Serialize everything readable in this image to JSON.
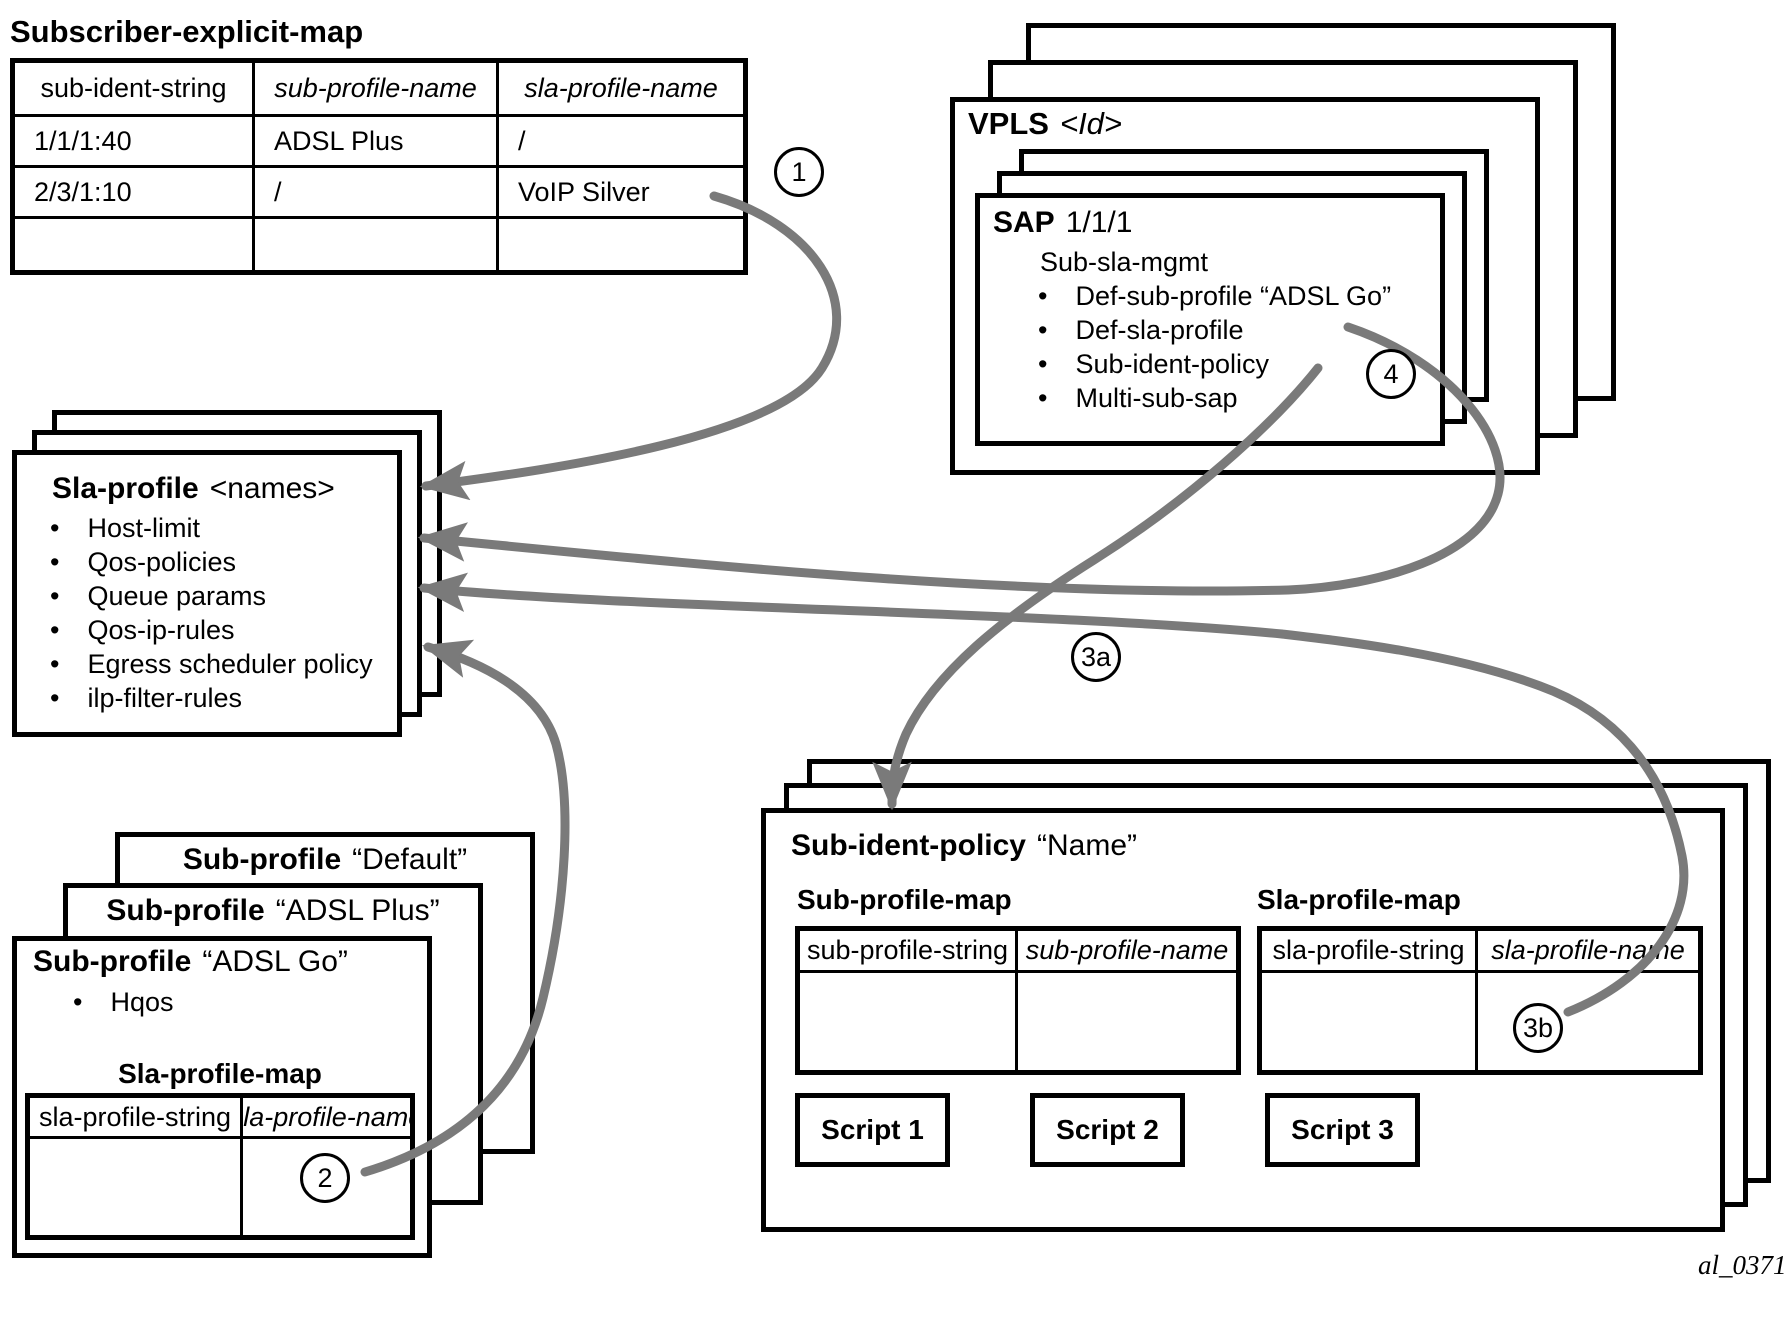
{
  "explicit_map": {
    "title": "Subscriber-explicit-map",
    "headers": [
      "sub-ident-string",
      "sub-profile-name",
      "sla-profile-name"
    ],
    "rows": [
      [
        "1/1/1:40",
        "ADSL Plus",
        "/"
      ],
      [
        "2/3/1:10",
        "/",
        "VoIP Silver"
      ],
      [
        "",
        "",
        ""
      ]
    ]
  },
  "vpls": {
    "keyword": "VPLS",
    "id": "<Id>"
  },
  "sap": {
    "keyword": "SAP",
    "id": "1/1/1",
    "subtitle": "Sub-sla-mgmt",
    "bullets": [
      "Def-sub-profile “ADSL Go”",
      "Def-sla-profile",
      "Sub-ident-policy",
      "Multi-sub-sap"
    ]
  },
  "sla_profile": {
    "keyword": "Sla-profile",
    "id": "<names>",
    "bullets": [
      "Host-limit",
      "Qos-policies",
      "Queue params",
      "Qos-ip-rules",
      "Egress scheduler policy",
      "ilp-filter-rules"
    ]
  },
  "sub_profiles": {
    "back": [
      {
        "keyword": "Sub-profile",
        "name": "“Default”"
      },
      {
        "keyword": "Sub-profile",
        "name": "“ADSL Plus”"
      }
    ],
    "front": {
      "keyword": "Sub-profile",
      "name": "“ADSL Go”",
      "bullets": [
        "Hqos"
      ],
      "map": {
        "title": "Sla-profile-map",
        "headers": [
          "sla-profile-string",
          "sla-profile-name"
        ]
      }
    }
  },
  "sub_ident_policy": {
    "keyword": "Sub-ident-policy",
    "name": "“Name”",
    "sub_profile_map": {
      "title": "Sub-profile-map",
      "headers": [
        "sub-profile-string",
        "sub-profile-name"
      ]
    },
    "sla_profile_map": {
      "title": "Sla-profile-map",
      "headers": [
        "sla-profile-string",
        "sla-profile-name"
      ]
    },
    "scripts": [
      "Script 1",
      "Script 2",
      "Script 3"
    ]
  },
  "connector_labels": {
    "n1": "1",
    "n2": "2",
    "n3a": "3a",
    "n3b": "3b",
    "n4": "4"
  },
  "watermark": "al_0371",
  "colors": {
    "arrow": "#7a7a7a",
    "line": "#000000",
    "background": "#ffffff"
  }
}
